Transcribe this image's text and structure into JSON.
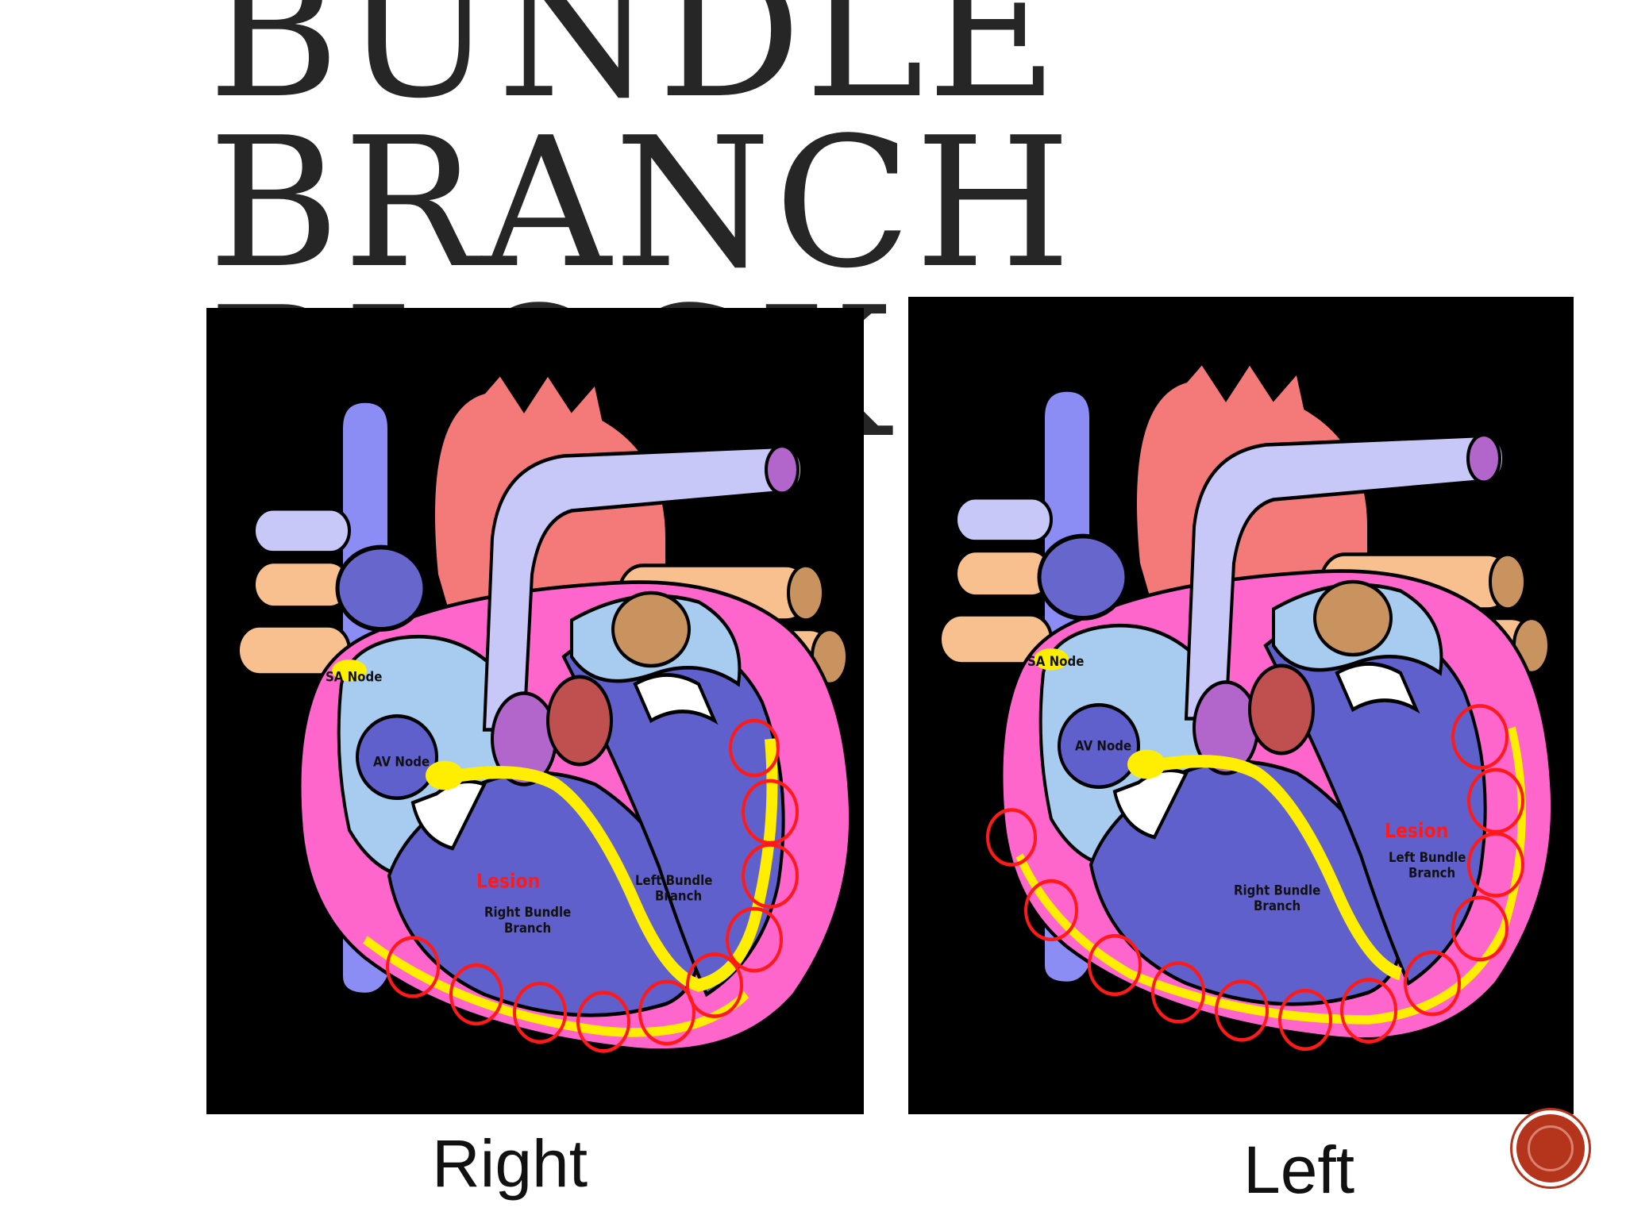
{
  "slide": {
    "title": "Bundle\nBranch\nBlock",
    "captions": {
      "right": "Right",
      "left": "Left"
    }
  },
  "diagram_labels": {
    "sa_node": "SA Node",
    "av_node": "AV Node",
    "lesion": "Lesion",
    "left_bundle_1": "Left Bundle",
    "left_bundle_2": "Branch",
    "right_bundle_1": "Right Bundle",
    "right_bundle_2": "Branch"
  },
  "colors": {
    "lesion": "#ff1a1a",
    "conduction": "#ffee00",
    "myocardium": "#ff66cc",
    "atrium": "#a8ccf0",
    "ventricle": "#6060cc",
    "aorta": "#f47a7a",
    "vena_cava": "#8c8cf5",
    "nav_button": "#b5341c"
  }
}
